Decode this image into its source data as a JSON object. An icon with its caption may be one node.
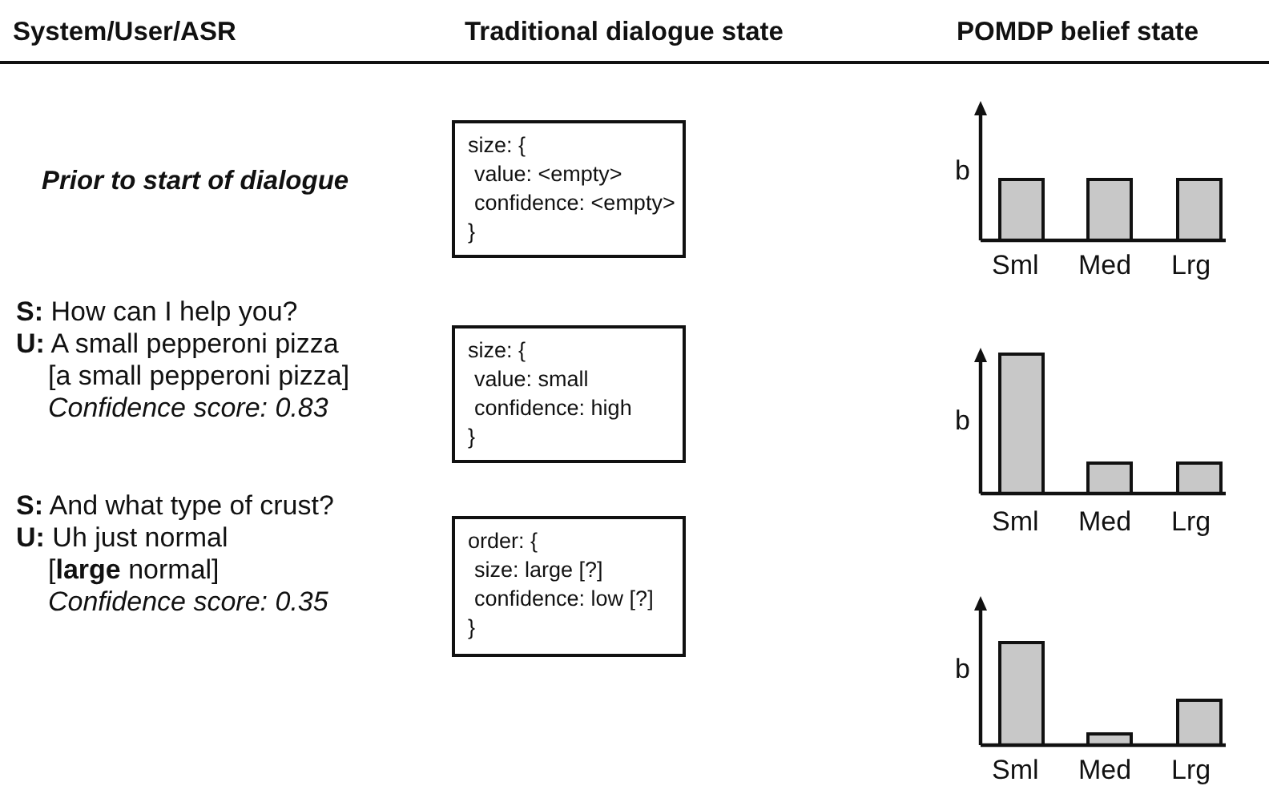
{
  "diagram": {
    "nodes": [
      {
        "text": [
          "size: {",
          "value: <empty>",
          "confidence: <empty>",
          "}"
        ]
      },
      {
        "text": [
          "size: {",
          "value: small",
          "confidence: high",
          "}"
        ]
      },
      {
        "text": [
          "order: {",
          "size: large [?]",
          "confidence: low [?]",
          "}"
        ]
      }
    ],
    "edges": [],
    "labels": [
      "System/User/ASR",
      "Traditional dialogue state",
      "POMDP belief state",
      "Prior to start of dialogue",
      "b",
      "Sml",
      "Med",
      "Lrg",
      "**S:** How can I help you?",
      "**U:** A small pepperoni pizza",
      "[a small pepperoni pizza]",
      "Confidence score: 0.83",
      "b",
      "Sml",
      "Med",
      "Lrg",
      "**S:** And what type of crust?",
      "**U:** Uh just normal",
      "[**large** normal]",
      "Confidence score: 0.35",
      "b",
      "Sml",
      "Med",
      "Lrg"
    ]
  }
}
